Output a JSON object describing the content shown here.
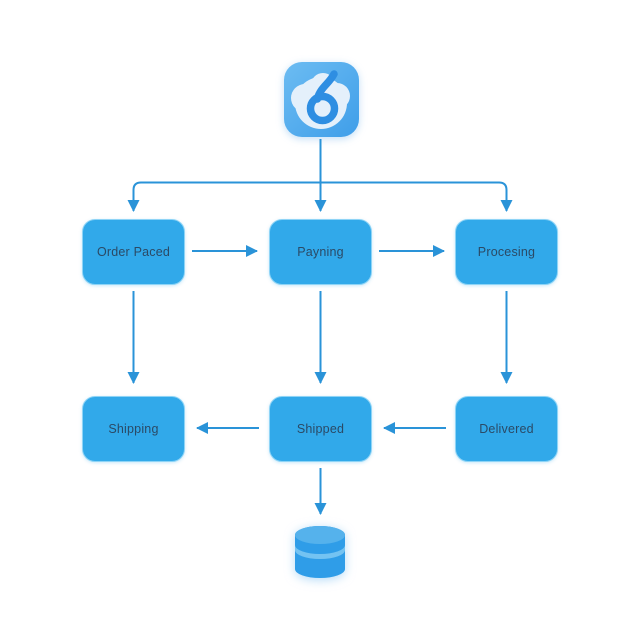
{
  "diagram": {
    "type": "flowchart",
    "logo_icon": "brand-app-icon-6-swirl",
    "nodes": [
      {
        "id": "order-placed",
        "label": "Order Paced"
      },
      {
        "id": "paying",
        "label": "Payning"
      },
      {
        "id": "processing",
        "label": "Procesing"
      },
      {
        "id": "shipping",
        "label": "Shipping"
      },
      {
        "id": "shipped",
        "label": "Shipped"
      },
      {
        "id": "delivered",
        "label": "Delivered"
      }
    ],
    "terminal_icon": "database-cylinder",
    "edges": [
      {
        "from": "logo",
        "to": "order-placed",
        "direction": "down"
      },
      {
        "from": "logo",
        "to": "paying",
        "direction": "down"
      },
      {
        "from": "logo",
        "to": "processing",
        "direction": "down"
      },
      {
        "from": "order-placed",
        "to": "paying",
        "direction": "right"
      },
      {
        "from": "paying",
        "to": "processing",
        "direction": "right"
      },
      {
        "from": "order-placed",
        "to": "shipping",
        "direction": "down"
      },
      {
        "from": "paying",
        "to": "shipped",
        "direction": "down"
      },
      {
        "from": "processing",
        "to": "delivered",
        "direction": "down"
      },
      {
        "from": "shipped",
        "to": "shipping",
        "direction": "left"
      },
      {
        "from": "delivered",
        "to": "shipped",
        "direction": "left"
      },
      {
        "from": "shipped",
        "to": "database",
        "direction": "down"
      }
    ],
    "colors": {
      "node_fill": "#31a9ea",
      "node_border": "#8ed4f6",
      "node_text": "#2b4a66",
      "arrow": "#2a93d8",
      "logo_square": "#4aa7ec",
      "logo_blob": "#e4f0fb",
      "logo_glyph": "#2e8ee2",
      "database_fill": "#2f9de8",
      "database_band": "#74c3f2",
      "background": "#ffffff"
    }
  }
}
